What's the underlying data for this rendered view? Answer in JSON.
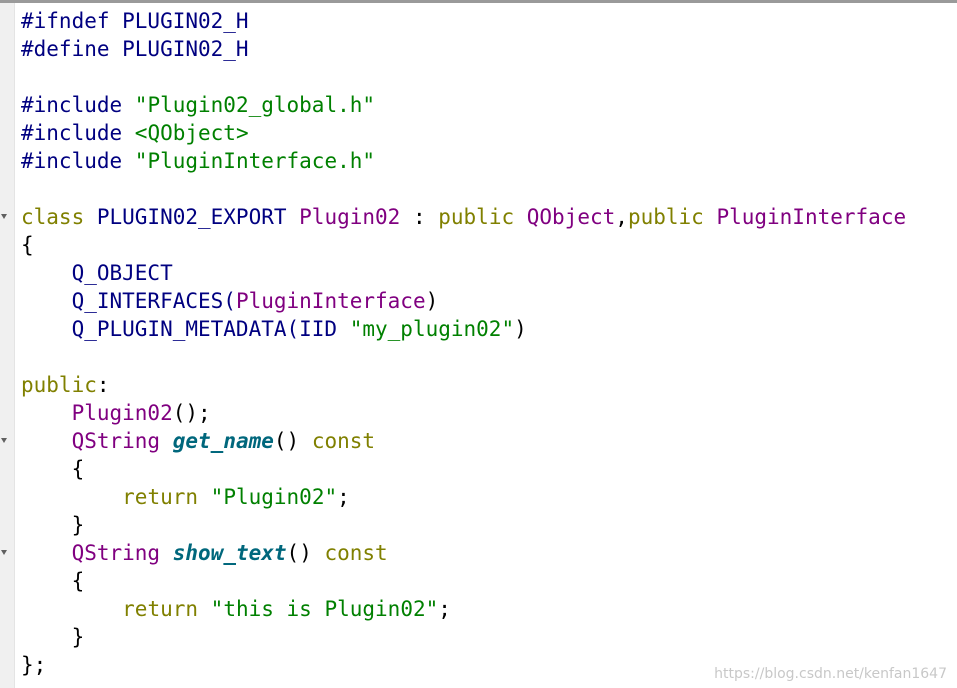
{
  "lines": [
    [
      {
        "t": "#ifndef PLUGIN02_H",
        "c": "pp"
      }
    ],
    [
      {
        "t": "#define PLUGIN02_H",
        "c": "pp"
      }
    ],
    [],
    [
      {
        "t": "#include ",
        "c": "pp"
      },
      {
        "t": "\"Plugin02_global.h\"",
        "c": "str"
      }
    ],
    [
      {
        "t": "#include ",
        "c": "pp"
      },
      {
        "t": "<QObject>",
        "c": "str"
      }
    ],
    [
      {
        "t": "#include ",
        "c": "pp"
      },
      {
        "t": "\"PluginInterface.h\"",
        "c": "str"
      }
    ],
    [],
    [
      {
        "t": "class",
        "c": "kw"
      },
      {
        "t": " PLUGIN02_EXPORT ",
        "c": "mac"
      },
      {
        "t": "Plugin02",
        "c": "typ"
      },
      {
        "t": " : ",
        "c": "pl"
      },
      {
        "t": "public",
        "c": "kw"
      },
      {
        "t": " ",
        "c": "pl"
      },
      {
        "t": "QObject",
        "c": "typ"
      },
      {
        "t": ",",
        "c": "pl"
      },
      {
        "t": "public",
        "c": "kw"
      },
      {
        "t": " ",
        "c": "pl"
      },
      {
        "t": "PluginInterface",
        "c": "typ"
      }
    ],
    [
      {
        "t": "{",
        "c": "pl"
      }
    ],
    [
      {
        "t": "    Q_OBJECT",
        "c": "mac"
      }
    ],
    [
      {
        "t": "    Q_INTERFACES(",
        "c": "mac"
      },
      {
        "t": "PluginInterface",
        "c": "typ"
      },
      {
        "t": ")",
        "c": "pl"
      }
    ],
    [
      {
        "t": "    Q_PLUGIN_METADATA(IID ",
        "c": "mac"
      },
      {
        "t": "\"my_plugin02\"",
        "c": "str"
      },
      {
        "t": ")",
        "c": "pl"
      }
    ],
    [],
    [
      {
        "t": "public",
        "c": "kw"
      },
      {
        "t": ":",
        "c": "pl"
      }
    ],
    [
      {
        "t": "    ",
        "c": "pl"
      },
      {
        "t": "Plugin02",
        "c": "typ"
      },
      {
        "t": "();",
        "c": "pl"
      }
    ],
    [
      {
        "t": "    ",
        "c": "pl"
      },
      {
        "t": "QString",
        "c": "typ"
      },
      {
        "t": " ",
        "c": "pl"
      },
      {
        "t": "get_name",
        "c": "fn"
      },
      {
        "t": "() ",
        "c": "pl"
      },
      {
        "t": "const",
        "c": "kw"
      }
    ],
    [
      {
        "t": "    {",
        "c": "pl"
      }
    ],
    [
      {
        "t": "        ",
        "c": "pl"
      },
      {
        "t": "return",
        "c": "kw"
      },
      {
        "t": " ",
        "c": "pl"
      },
      {
        "t": "\"Plugin02\"",
        "c": "str"
      },
      {
        "t": ";",
        "c": "pl"
      }
    ],
    [
      {
        "t": "    }",
        "c": "pl"
      }
    ],
    [
      {
        "t": "    ",
        "c": "pl"
      },
      {
        "t": "QString",
        "c": "typ"
      },
      {
        "t": " ",
        "c": "pl"
      },
      {
        "t": "show_text",
        "c": "fn"
      },
      {
        "t": "() ",
        "c": "pl"
      },
      {
        "t": "const",
        "c": "kw"
      }
    ],
    [
      {
        "t": "    {",
        "c": "pl"
      }
    ],
    [
      {
        "t": "        ",
        "c": "pl"
      },
      {
        "t": "return",
        "c": "kw"
      },
      {
        "t": " ",
        "c": "pl"
      },
      {
        "t": "\"this is Plugin02\"",
        "c": "str"
      },
      {
        "t": ";",
        "c": "pl"
      }
    ],
    [
      {
        "t": "    }",
        "c": "pl"
      }
    ],
    [
      {
        "t": "};",
        "c": "pl"
      }
    ]
  ],
  "fold_lines": [
    7,
    15,
    19
  ],
  "watermark": "https://blog.csdn.net/kenfan1647",
  "colors": {
    "preprocessor": "#000080",
    "string": "#008000",
    "keyword": "#808000",
    "type": "#800080",
    "macro": "#000080",
    "function": "#00677c",
    "plain": "#000000"
  },
  "icons": {
    "fold": "fold-marker-icon"
  }
}
